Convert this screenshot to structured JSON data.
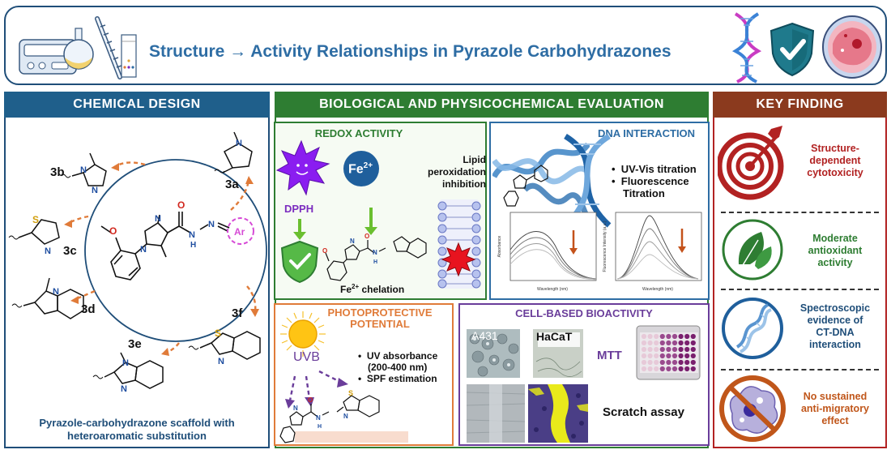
{
  "title": "Structure → Activity Relationships in Pyrazole Carbohydrazones",
  "colors": {
    "blue_dark": "#1f4e79",
    "title_blue": "#2e6da4",
    "green": "#2e7d32",
    "red": "#b22222",
    "orange": "#e07b39",
    "purple": "#6a3d9a"
  },
  "chemical_design": {
    "header": "CHEMICAL DESIGN",
    "compounds": [
      "3a",
      "3b",
      "3c",
      "3d",
      "3e",
      "3f"
    ],
    "atoms": {
      "O": "O",
      "N": "N",
      "H": "H",
      "S": "S",
      "Ar": "Ar"
    },
    "caption_line1": "Pyrazole-carbohydrazone scaffold with",
    "caption_line2": "heteroaromatic substitution"
  },
  "evaluation": {
    "header": "BIOLOGICAL AND PHYSICOCHEMICAL EVALUATION",
    "redox": {
      "title": "REDOX ACTIVITY",
      "dpph": "DPPH",
      "fe": "Fe",
      "fe_sup": "2+",
      "chelation": "Fe",
      "chelation_sup": "2+",
      "chelation_suffix": " chelation",
      "lipid_line1": "Lipid",
      "lipid_line2": "peroxidation",
      "lipid_line3": "inhibition"
    },
    "dna": {
      "title": "DNA INTERACTION",
      "bullet1": "UV-Vis titration",
      "bullet2_line1": "Fluorescence",
      "bullet2_line2": "Titration",
      "plot1_xlabel": "Wavelength (nm)",
      "plot1_ylabel": "Absorbance",
      "plot2_xlabel": "Wavelength (nm)",
      "plot2_ylabel": "Fluorescence Intensity (a.u.)"
    },
    "photo": {
      "title_line1": "PHOTOPROTECTIVE",
      "title_line2": "POTENTIAL",
      "uvb": "UVB",
      "bullet1_line1": "UV absorbance",
      "bullet1_line2": "(200-400 nm)",
      "bullet2": "SPF estimation"
    },
    "cell": {
      "title": "CELL-BASED BIOACTIVITY",
      "a431": "A431",
      "hacat": "HaCaT",
      "mtt": "MTT",
      "scratch": "Scratch assay"
    }
  },
  "key_finding": {
    "header": "KEY FINDING",
    "items": [
      {
        "line1": "Structure-",
        "line2": "dependent",
        "line3": "cytotoxicity",
        "color": "#b22222",
        "icon": "target-icon"
      },
      {
        "line1": "Moderate",
        "line2": "antioxidant",
        "line3": "activity",
        "color": "#2e7d32",
        "icon": "leaf-icon"
      },
      {
        "line1": "Spectroscopic",
        "line2": "evidence of",
        "line3": "CT-DNA",
        "line4": "interaction",
        "color": "#1f4e79",
        "icon": "dna-icon"
      },
      {
        "line1": "No sustained",
        "line2": "anti-migratory",
        "line3": "effect",
        "color": "#c0561a",
        "icon": "no-migration-icon"
      }
    ]
  }
}
